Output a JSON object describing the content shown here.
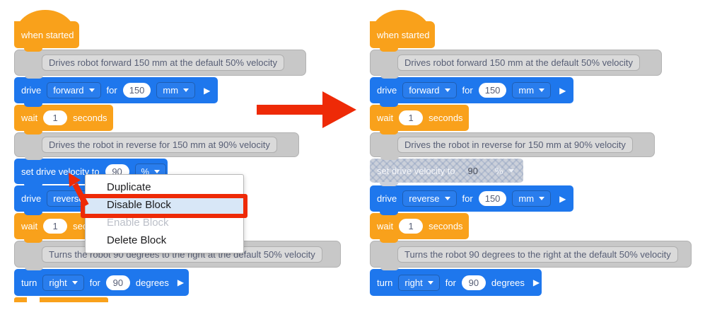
{
  "colors": {
    "block_blue": "#1E77ED",
    "block_orange": "#F9A11B",
    "comment_gray": "#C8C8C8",
    "disabled_block_gray": "#CBD0DA",
    "annotation_red": "#EE2A07",
    "menu_highlight_blue": "#D8E7F7"
  },
  "context_menu": {
    "items": [
      {
        "label": "Duplicate",
        "state": "normal"
      },
      {
        "label": "Disable Block",
        "state": "highlighted"
      },
      {
        "label": "Enable Block",
        "state": "disabled"
      },
      {
        "label": "Delete Block",
        "state": "normal"
      }
    ]
  },
  "panels": [
    {
      "name": "before",
      "blocks": [
        {
          "id": "when-started",
          "kind": "hat",
          "color": "orange",
          "text": "when started"
        },
        {
          "id": "comment-forward",
          "kind": "comment",
          "text": "Drives robot forward 150 mm at the default 50% velocity"
        },
        {
          "id": "drive-forward",
          "kind": "stack",
          "color": "blue",
          "pieces": [
            {
              "type": "label",
              "text": "drive"
            },
            {
              "type": "dropdown",
              "text": "forward"
            },
            {
              "type": "label",
              "text": "for"
            },
            {
              "type": "oval",
              "text": "150"
            },
            {
              "type": "dropdown",
              "text": "mm"
            },
            {
              "type": "play",
              "text": "▶"
            }
          ]
        },
        {
          "id": "wait-first",
          "kind": "stack",
          "color": "orange",
          "pieces": [
            {
              "type": "label",
              "text": "wait"
            },
            {
              "type": "oval",
              "text": "1"
            },
            {
              "type": "label",
              "text": "seconds"
            }
          ]
        },
        {
          "id": "comment-reverse",
          "kind": "comment",
          "text": "Drives the robot in reverse for 150 mm at 90% velocity"
        },
        {
          "id": "set-drive-velocity",
          "kind": "stack",
          "color": "blue",
          "pieces": [
            {
              "type": "label",
              "text": "set drive velocity to"
            },
            {
              "type": "oval",
              "text": "90"
            },
            {
              "type": "dropdown",
              "text": "%"
            }
          ]
        },
        {
          "id": "drive-reverse",
          "kind": "stack",
          "color": "blue",
          "pieces": [
            {
              "type": "label",
              "text": "drive"
            },
            {
              "type": "dropdown",
              "text": "reverse"
            },
            {
              "type": "label",
              "text": "for"
            },
            {
              "type": "oval",
              "text": "150"
            },
            {
              "type": "dropdown",
              "text": "mm"
            },
            {
              "type": "play",
              "text": "▶"
            }
          ]
        },
        {
          "id": "wait-second",
          "kind": "stack",
          "color": "orange",
          "pieces": [
            {
              "type": "label",
              "text": "wait"
            },
            {
              "type": "oval",
              "text": "1"
            },
            {
              "type": "label",
              "text": "seconds"
            }
          ]
        },
        {
          "id": "comment-turn",
          "kind": "comment",
          "text": "Turns the robot 90 degrees to the right at the default 50% velocity"
        },
        {
          "id": "turn-right",
          "kind": "stack",
          "color": "blue",
          "pieces": [
            {
              "type": "label",
              "text": "turn"
            },
            {
              "type": "dropdown",
              "text": "right"
            },
            {
              "type": "label",
              "text": "for"
            },
            {
              "type": "oval",
              "text": "90"
            },
            {
              "type": "label",
              "text": "degrees"
            },
            {
              "type": "play",
              "text": "▶"
            }
          ]
        },
        {
          "id": "next-block-peek",
          "kind": "sliver",
          "color": "orange"
        }
      ]
    },
    {
      "name": "after",
      "blocks": [
        {
          "id": "when-started",
          "kind": "hat",
          "color": "orange",
          "text": "when started"
        },
        {
          "id": "comment-forward",
          "kind": "comment",
          "text": "Drives robot forward 150 mm at the default 50% velocity"
        },
        {
          "id": "drive-forward",
          "kind": "stack",
          "color": "blue",
          "pieces": [
            {
              "type": "label",
              "text": "drive"
            },
            {
              "type": "dropdown",
              "text": "forward"
            },
            {
              "type": "label",
              "text": "for"
            },
            {
              "type": "oval",
              "text": "150"
            },
            {
              "type": "dropdown",
              "text": "mm"
            },
            {
              "type": "play",
              "text": "▶"
            }
          ]
        },
        {
          "id": "wait-first",
          "kind": "stack",
          "color": "orange",
          "pieces": [
            {
              "type": "label",
              "text": "wait"
            },
            {
              "type": "oval",
              "text": "1"
            },
            {
              "type": "label",
              "text": "seconds"
            }
          ]
        },
        {
          "id": "comment-reverse",
          "kind": "comment",
          "text": "Drives the robot in reverse for 150 mm at 90% velocity"
        },
        {
          "id": "set-drive-velocity-disabled",
          "kind": "stack",
          "color": "disabled",
          "pieces": [
            {
              "type": "label",
              "text": "set drive velocity to"
            },
            {
              "type": "plain",
              "text": "90"
            },
            {
              "type": "dropdown-plain",
              "text": "%"
            }
          ]
        },
        {
          "id": "drive-reverse",
          "kind": "stack",
          "color": "blue",
          "pieces": [
            {
              "type": "label",
              "text": "drive"
            },
            {
              "type": "dropdown",
              "text": "reverse"
            },
            {
              "type": "label",
              "text": "for"
            },
            {
              "type": "oval",
              "text": "150"
            },
            {
              "type": "dropdown",
              "text": "mm"
            },
            {
              "type": "play",
              "text": "▶"
            }
          ]
        },
        {
          "id": "wait-second",
          "kind": "stack",
          "color": "orange",
          "pieces": [
            {
              "type": "label",
              "text": "wait"
            },
            {
              "type": "oval",
              "text": "1"
            },
            {
              "type": "label",
              "text": "seconds"
            }
          ]
        },
        {
          "id": "comment-turn",
          "kind": "comment",
          "text": "Turns the robot 90 degrees to the right at the default 50% velocity"
        },
        {
          "id": "turn-right",
          "kind": "stack",
          "color": "blue",
          "pieces": [
            {
              "type": "label",
              "text": "turn"
            },
            {
              "type": "dropdown",
              "text": "right"
            },
            {
              "type": "label",
              "text": "for"
            },
            {
              "type": "oval",
              "text": "90"
            },
            {
              "type": "label",
              "text": "degrees"
            },
            {
              "type": "play",
              "text": "▶"
            }
          ]
        }
      ]
    }
  ]
}
